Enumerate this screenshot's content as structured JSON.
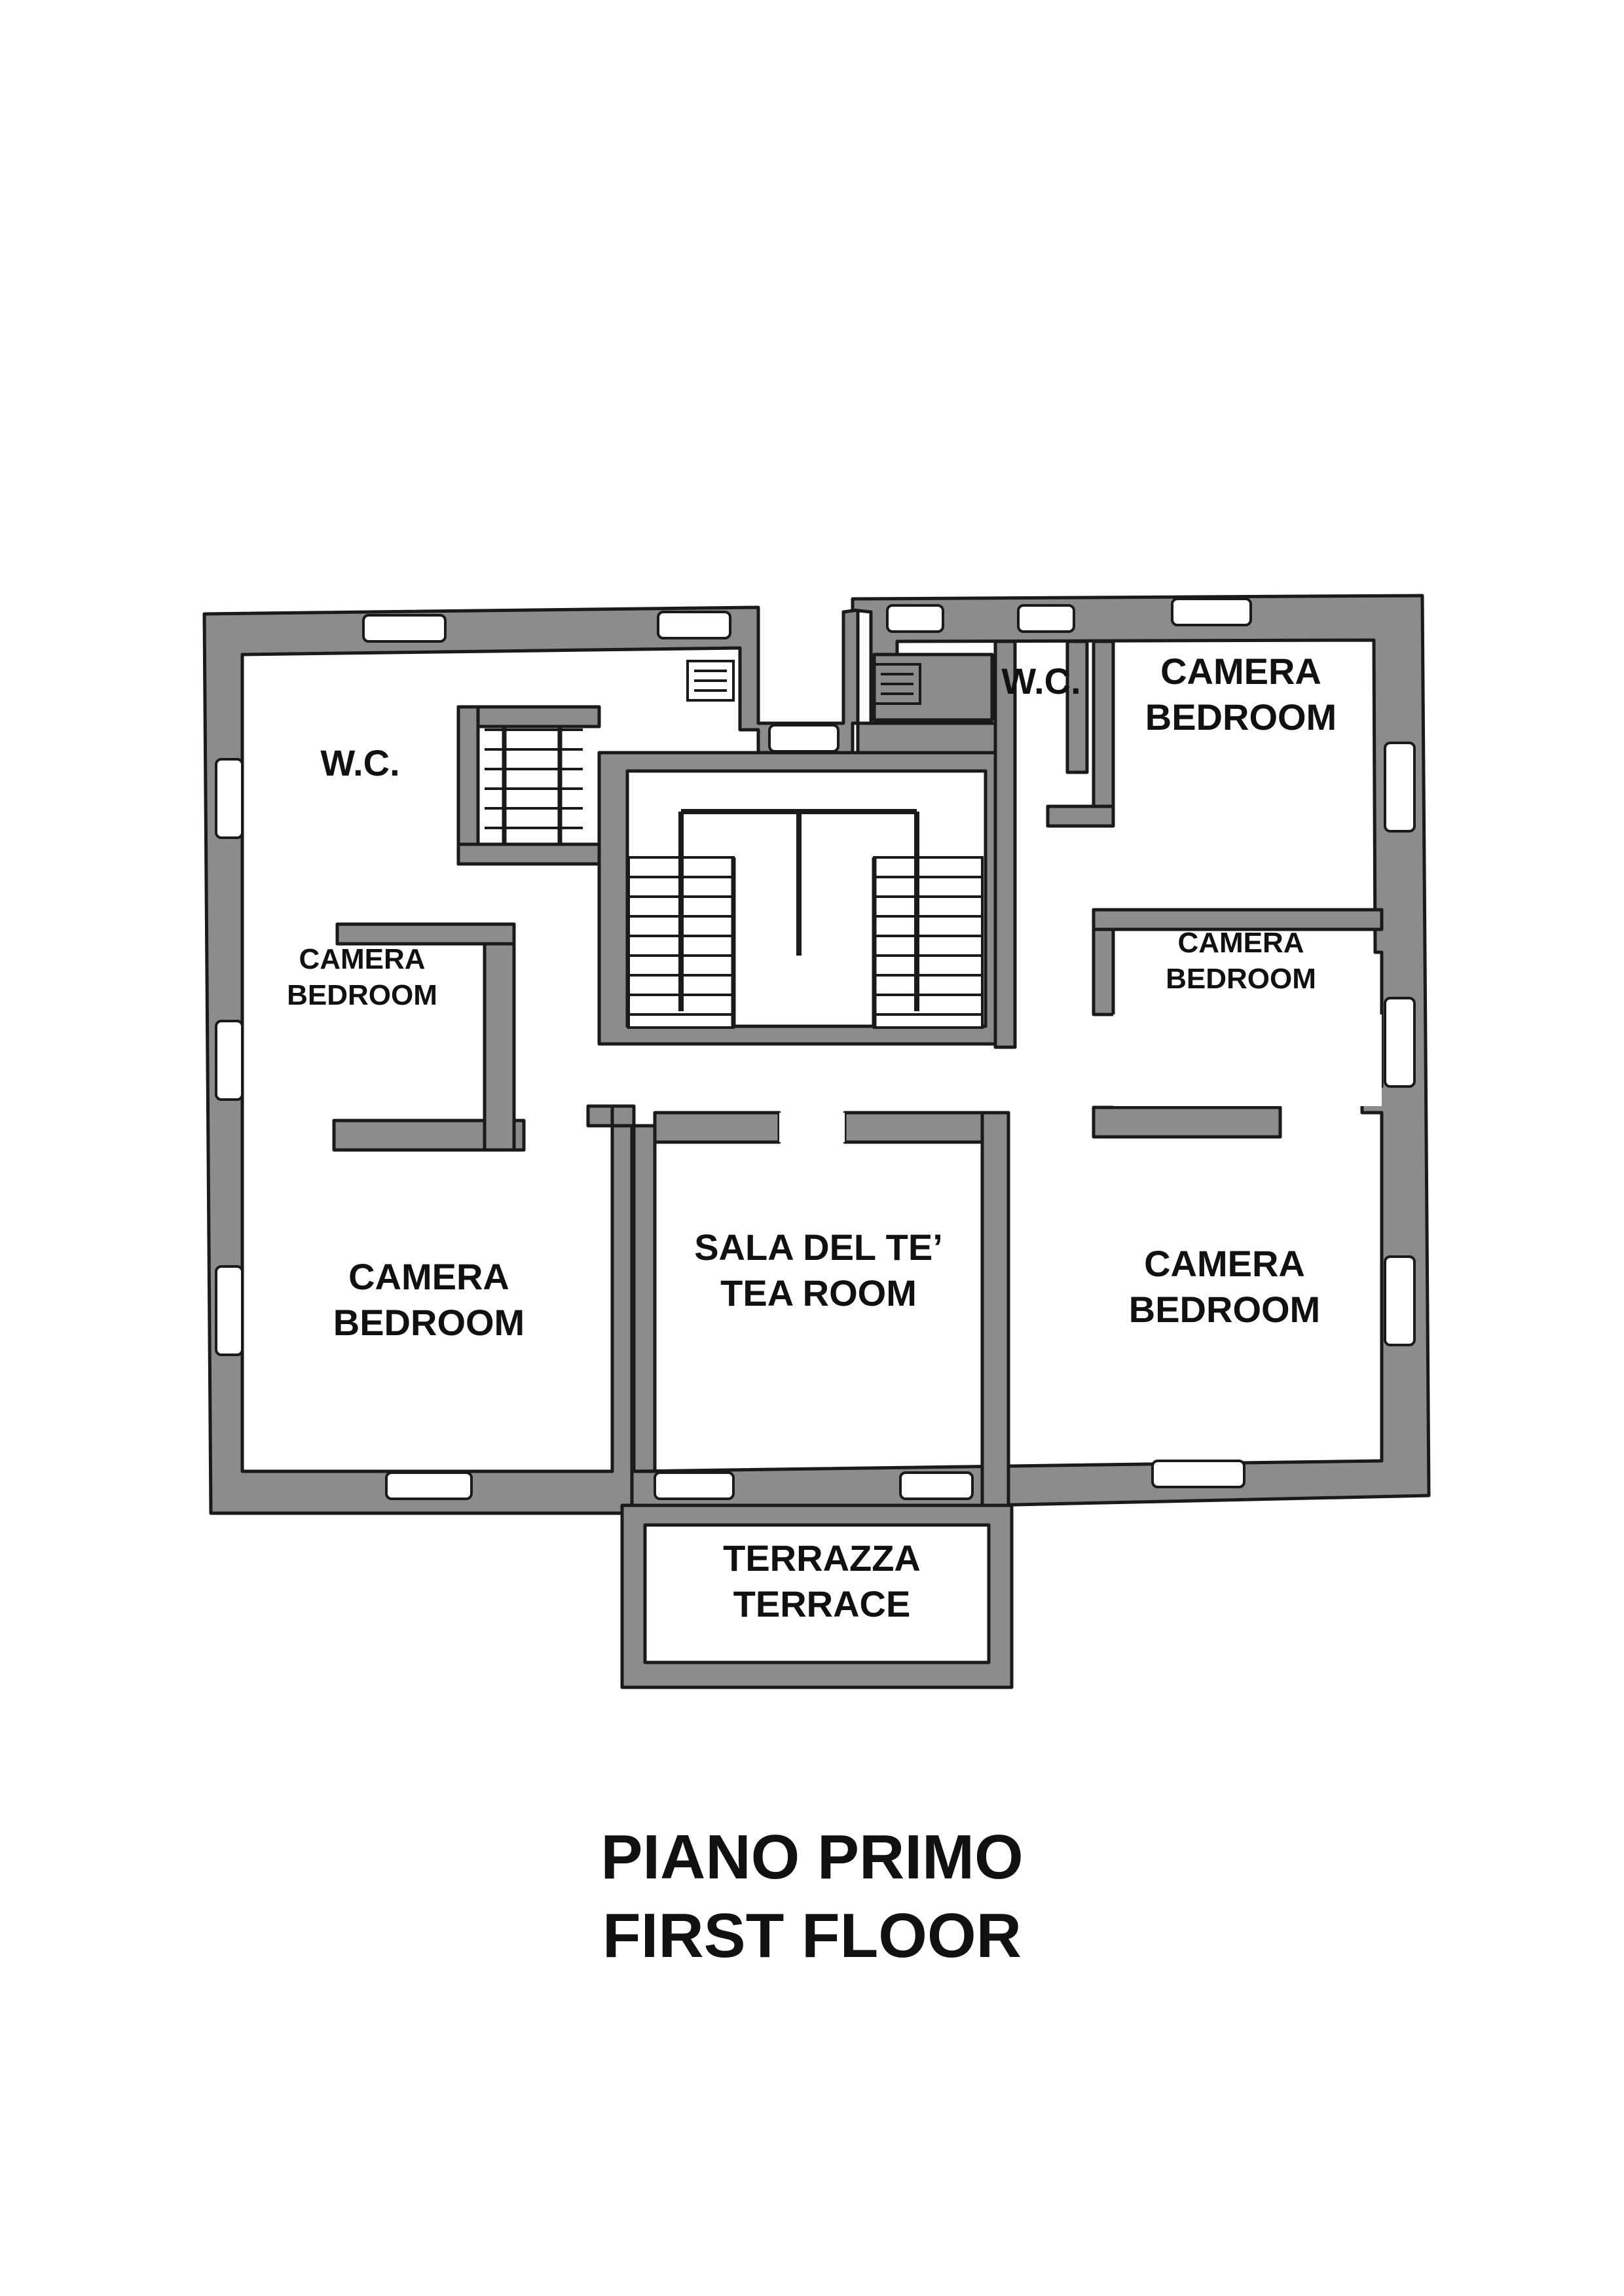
{
  "rooms": {
    "wc_left": "W.C.",
    "wc_right": "W.C.",
    "bedroom_top_right": {
      "it": "CAMERA",
      "en": "BEDROOM"
    },
    "bedroom_mid_right": {
      "it": "CAMERA",
      "en": "BEDROOM"
    },
    "bedroom_mid_left": {
      "it": "CAMERA",
      "en": "BEDROOM"
    },
    "bedroom_bottom_left": {
      "it": "CAMERA",
      "en": "BEDROOM"
    },
    "bedroom_bottom_right": {
      "it": "CAMERA",
      "en": "BEDROOM"
    },
    "tea_room": {
      "it": "SALA DEL TE’",
      "en": "TEA ROOM"
    },
    "terrace": {
      "it": "TERRAZZA",
      "en": "TERRACE"
    }
  },
  "caption": {
    "it": "PIANO PRIMO",
    "en": "FIRST FLOOR"
  },
  "colors": {
    "wall": "#8c8c8c",
    "outline": "#1a1a1a",
    "background": "#ffffff"
  }
}
